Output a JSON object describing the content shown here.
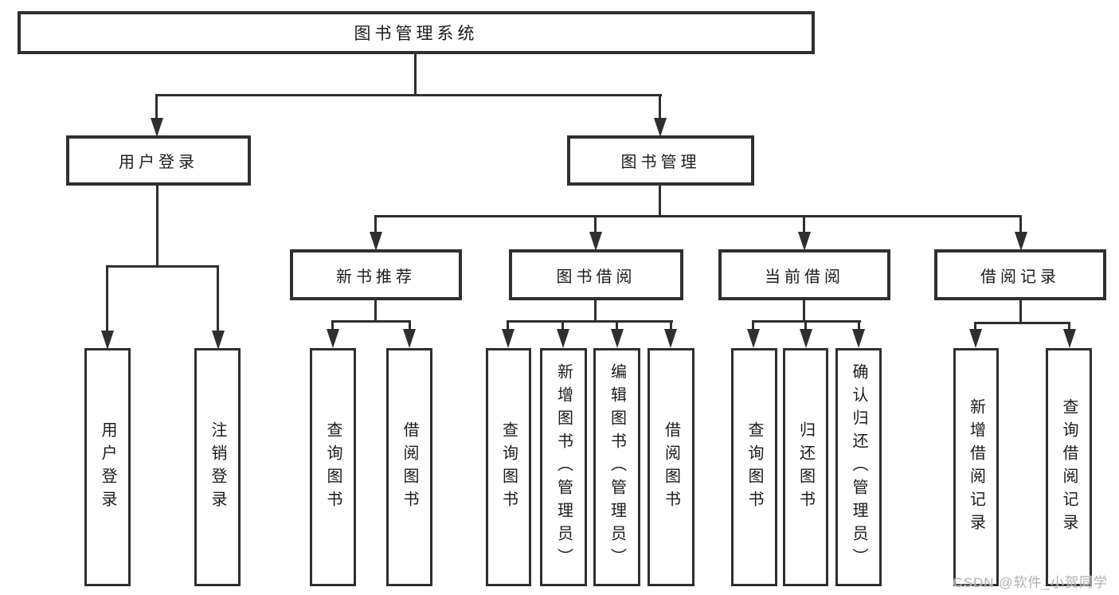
{
  "tree": {
    "label": "图书管理系统",
    "children": [
      {
        "label": "用户登录",
        "children": [
          {
            "label": "用户登录"
          },
          {
            "label": "注销登录"
          }
        ]
      },
      {
        "label": "图书管理",
        "children": [
          {
            "label": "新书推荐",
            "children": [
              {
                "label": "查询图书"
              },
              {
                "label": "借阅图书"
              }
            ]
          },
          {
            "label": "图书借阅",
            "children": [
              {
                "label": "查询图书"
              },
              {
                "label": "新增图书（管理员）"
              },
              {
                "label": "编辑图书（管理员）"
              },
              {
                "label": "借阅图书"
              }
            ]
          },
          {
            "label": "当前借阅",
            "children": [
              {
                "label": "查询图书"
              },
              {
                "label": "归还图书"
              },
              {
                "label": "确认归还（管理员）"
              }
            ]
          },
          {
            "label": "借阅记录",
            "children": [
              {
                "label": "新增借阅记录"
              },
              {
                "label": "查询借阅记录"
              }
            ]
          }
        ]
      }
    ]
  },
  "watermark": {
    "text": "CSDN @软件_小贺同学"
  },
  "colors": {
    "line": "#2f2f2f",
    "text": "#1b1b1b",
    "watermark": "#b0b0b0",
    "background": "#ffffff"
  }
}
